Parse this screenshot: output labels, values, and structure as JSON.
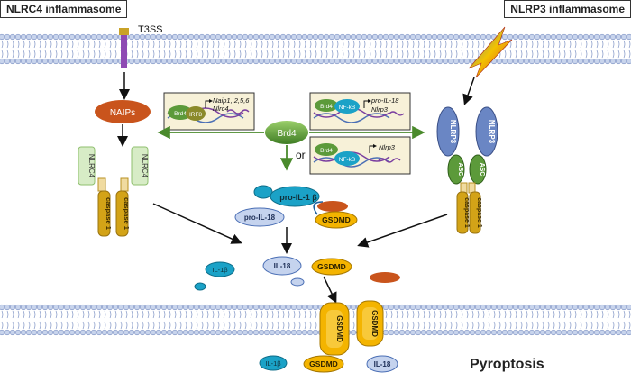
{
  "labels": {
    "nlrc4_title": "NLRC4 inflammasome",
    "nlrp3_title": "NLRP3 inflammasome",
    "t3ss": "T3SS",
    "naips": "NAIPs",
    "nlrc4": "NLRC4",
    "caspase1": "caspase 1",
    "brd4": "Brd4",
    "irf8": "IRF8",
    "nfkb": "NF-kB",
    "or": "or",
    "naip_genes": "Naip1, 2,5,6",
    "nlrc4_gene": "Nlrc4",
    "pro_il18_gene": "pro-IL-18",
    "nlrp3_gene": "Nlrp3",
    "nlrp3": "NLRP3",
    "asc": "ASC",
    "pro_il1b": "pro-IL-1 β",
    "pro_il18": "pro-IL-18",
    "gsdmd": "GSDMD",
    "il1b_mature": "IL-1β",
    "il18": "IL-18",
    "pyroptosis": "Pyroptosis"
  },
  "colors": {
    "membrane_head": "#c8d4ec",
    "membrane_stroke": "#7d92c4",
    "naips": "#c9541c",
    "brd4_green": "#5c9a3a",
    "arrow_green": "#4a8a2c",
    "caspase": "#d3a317",
    "nlrc4_box": "#d7ecc6",
    "teal": "#1ba2c7",
    "gsdmd": "#f4b400",
    "light_blue": "#c5d3ee",
    "nlrp3_blue": "#6a86c4",
    "t3ss_purple": "#8e4ab3",
    "irf8_olive": "#8b8a2a"
  }
}
